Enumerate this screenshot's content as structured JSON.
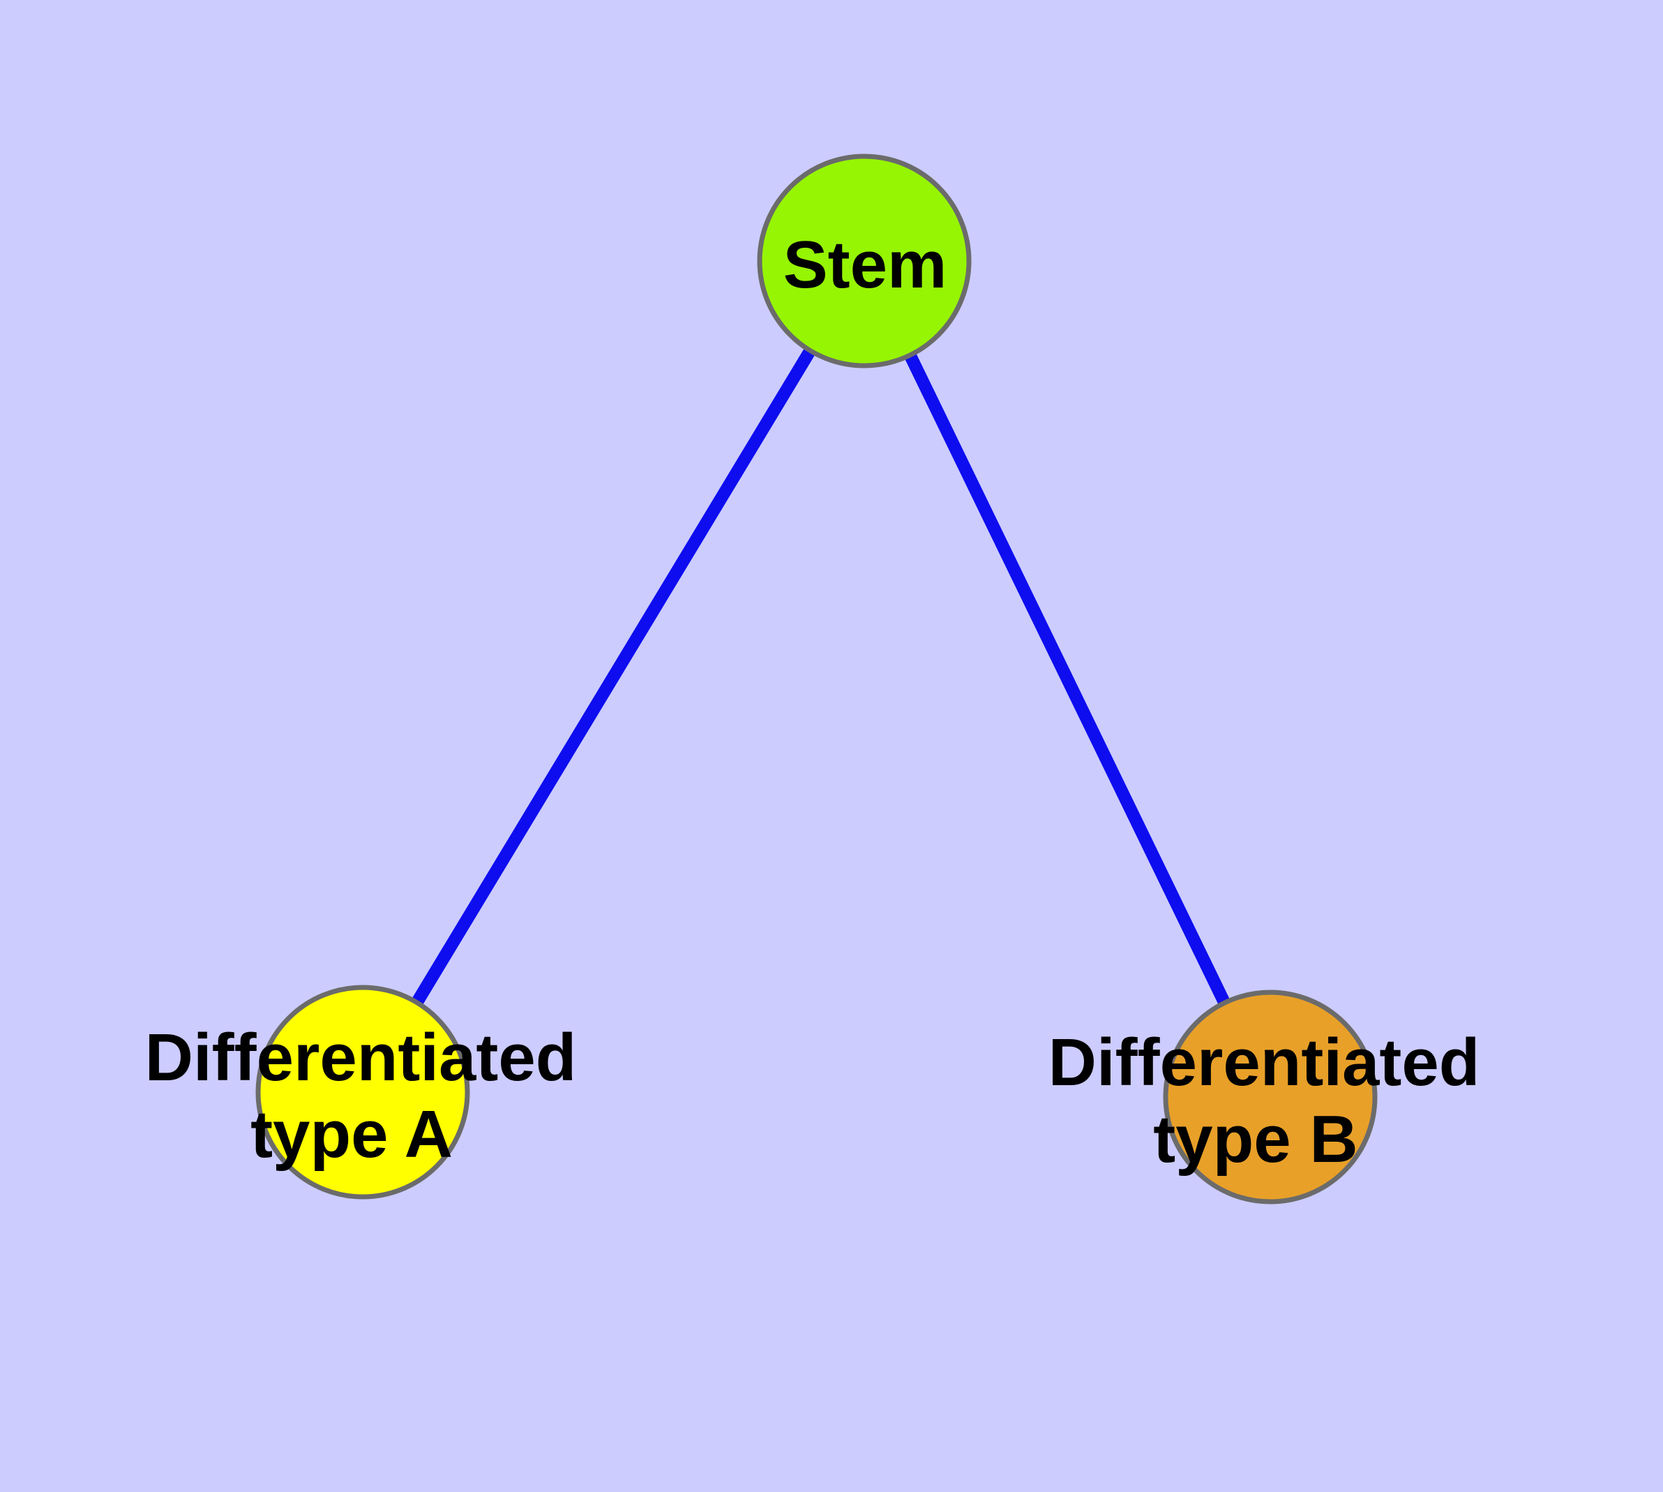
{
  "diagram": {
    "kind": "undirected-graph",
    "background_color": "#CCCCFF",
    "edge_color": "#0D0DF0",
    "node_border_color": "#6B6B6B",
    "label_text_color": "#000000",
    "nodes": [
      {
        "id": "stem",
        "label_lines": [
          "Stem"
        ],
        "fill": "#96F502",
        "border": "#6B6B6B",
        "text_color": "#000000"
      },
      {
        "id": "differentiated-type-a",
        "label_lines": [
          "Differentiated",
          "type A"
        ],
        "fill": "#FFFF00",
        "border": "#6B6B6B",
        "text_color": "#000000"
      },
      {
        "id": "differentiated-type-b",
        "label_lines": [
          "Differentiated",
          "type B"
        ],
        "fill": "#E8A028",
        "border": "#6B6B6B",
        "text_color": "#000000"
      }
    ],
    "edges": [
      {
        "from": "stem",
        "to": "differentiated-type-a",
        "color": "#0D0DF0"
      },
      {
        "from": "stem",
        "to": "differentiated-type-b",
        "color": "#0D0DF0"
      }
    ]
  }
}
